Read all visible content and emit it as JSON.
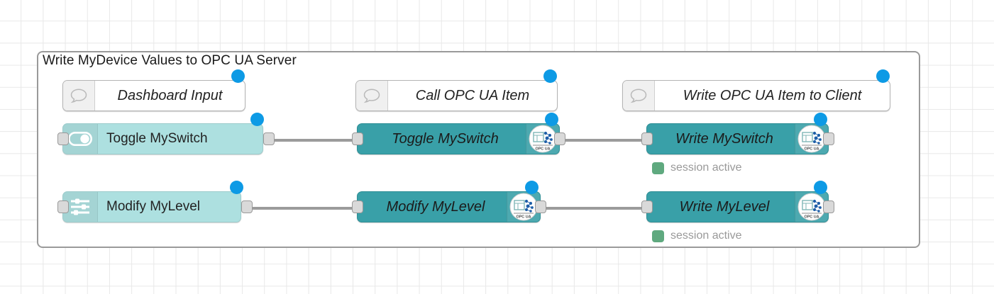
{
  "editor": {
    "canvas_name": "node-red-flow-canvas",
    "grid_color": "#e8e8e8",
    "accent_selected": "#0d9ae5"
  },
  "group": {
    "label": "Write MyDevice Values to OPC UA Server",
    "border_color": "#9a9a9a"
  },
  "palette": {
    "dashboard_node_color": "#ade0e0",
    "opcua_node_color": "#39a0a8",
    "status_ok_color": "#5fa97f"
  },
  "comments": [
    {
      "label": "Dashboard Input",
      "icon": "comment-bubble-icon"
    },
    {
      "label": "Call OPC UA Item",
      "icon": "comment-bubble-icon"
    },
    {
      "label": "Write OPC UA Item to Client",
      "icon": "comment-bubble-icon"
    }
  ],
  "nodes": {
    "dashboard": [
      {
        "label": "Toggle MySwitch",
        "icon": "toggle-switch-icon"
      },
      {
        "label": "Modify MyLevel",
        "icon": "sliders-icon"
      }
    ],
    "call": [
      {
        "label": "Toggle MySwitch",
        "icon": "opc-ua-icon"
      },
      {
        "label": "Modify MyLevel",
        "icon": "opc-ua-icon"
      }
    ],
    "write": [
      {
        "label": "Write MySwitch",
        "icon": "opc-ua-icon",
        "status": "session active"
      },
      {
        "label": "Write MyLevel",
        "icon": "opc-ua-icon",
        "status": "session active"
      }
    ]
  },
  "icon_text": {
    "opc_ua_mark": "OPC UA"
  }
}
